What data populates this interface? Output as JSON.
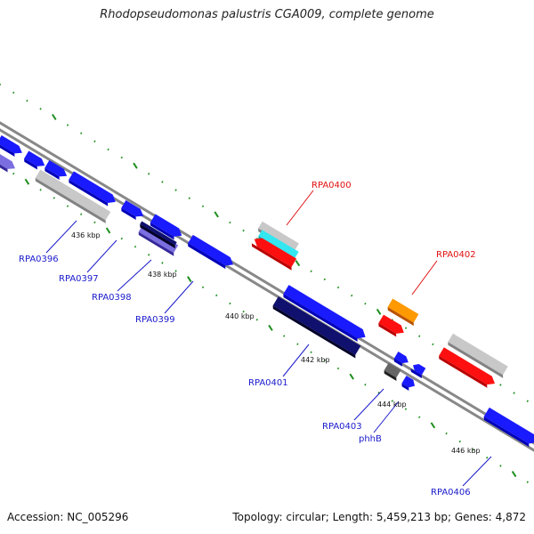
{
  "title": "Rhodopseudomonas palustris CGA009, complete genome",
  "footer": {
    "accession": "Accession: NC_005296",
    "summary": "Topology: circular; Length: 5,459,213 bp; Genes: 4,872"
  },
  "colors": {
    "backbone": "#8a8a8a",
    "tick": "#1f8f1f",
    "forward_gene": "#1a1aff",
    "reverse_gene": "#1a1aff",
    "pseudo_gene": "#c8c8c8",
    "red_gene": "#ff1010",
    "label_blue": "#1a1acc",
    "label_red": "#e01010",
    "orange_gene": "#ff9900",
    "cyan_gene": "#33e6f0",
    "navy_gene": "#10106e",
    "gray_gene": "#666666",
    "purple_gene": "#7a6ee0"
  },
  "kbp_ticks": [
    "436 kbp",
    "438 kbp",
    "440 kbp",
    "442 kbp",
    "444 kbp",
    "446 kbp"
  ],
  "gene_labels": [
    {
      "id": "RPA0396",
      "color": "blue"
    },
    {
      "id": "RPA0397",
      "color": "blue"
    },
    {
      "id": "RPA0398",
      "color": "blue"
    },
    {
      "id": "RPA0399",
      "color": "blue"
    },
    {
      "id": "RPA0400",
      "color": "red"
    },
    {
      "id": "RPA0401",
      "color": "blue"
    },
    {
      "id": "RPA0402",
      "color": "red"
    },
    {
      "id": "RPA0403",
      "color": "blue"
    },
    {
      "id": "phhB",
      "color": "blue"
    },
    {
      "id": "RPA0406",
      "color": "blue"
    }
  ]
}
